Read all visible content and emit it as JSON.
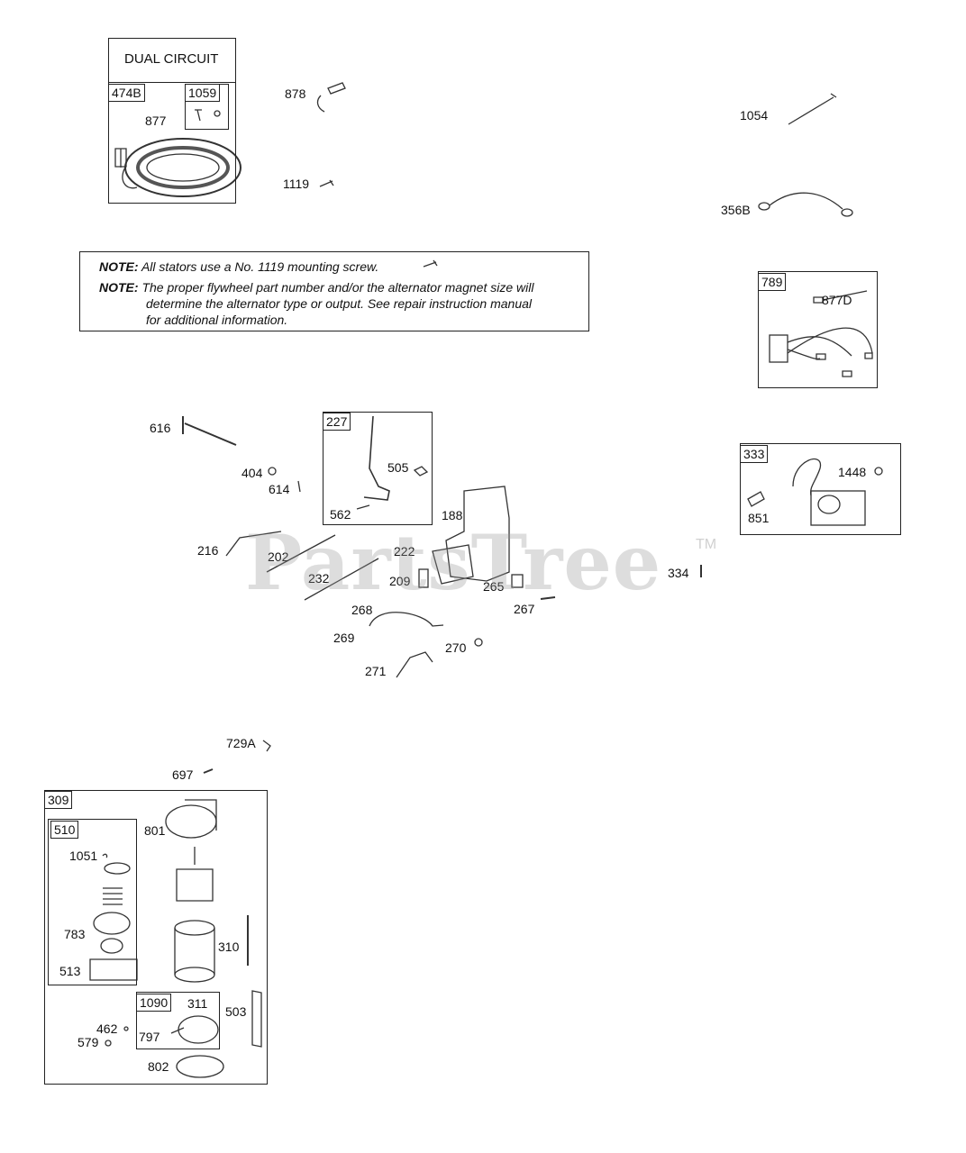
{
  "stator_box": {
    "title": "DUAL CIRCUIT",
    "kit_tag": "474B",
    "hw_tag": "1059",
    "part": "877"
  },
  "notes": [
    {
      "label": "NOTE:",
      "text": "All stators use a No. 1119 mounting screw."
    },
    {
      "label": "NOTE:",
      "text": "The proper flywheel part number and/or the alternator magnet size will"
    },
    {
      "label": "",
      "text": "determine the alternator type or output. See repair instruction manual"
    },
    {
      "label": "",
      "text": "for additional information."
    }
  ],
  "watermark": {
    "text": "PartsTree",
    "tm": "TM"
  },
  "kits": {
    "k789": {
      "tag": "789",
      "part": "877D"
    },
    "k333": {
      "tag": "333",
      "parts": [
        "1448",
        "851"
      ]
    },
    "k227": {
      "tag": "227",
      "parts": [
        "505",
        "562"
      ]
    },
    "k309": {
      "tag": "309"
    },
    "k510": {
      "tag": "510"
    },
    "k1090": {
      "tag": "1090"
    }
  },
  "callouts": {
    "p878": "878",
    "p1119": "1119",
    "p1054": "1054",
    "p356B": "356B",
    "p616": "616",
    "p404": "404",
    "p614": "614",
    "p188": "188",
    "p216": "216",
    "p202": "202",
    "p222": "222",
    "p232": "232",
    "p209": "209",
    "p265": "265",
    "p334": "334",
    "p268": "268",
    "p267": "267",
    "p269": "269",
    "p270": "270",
    "p271": "271",
    "p729A": "729A",
    "p697": "697",
    "p801": "801",
    "p1051": "1051",
    "p783": "783",
    "p310": "310",
    "p513": "513",
    "p311": "311",
    "p503": "503",
    "p462": "462",
    "p797": "797",
    "p579": "579",
    "p802": "802"
  }
}
